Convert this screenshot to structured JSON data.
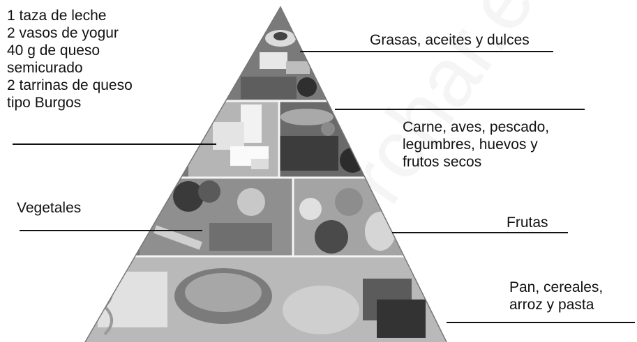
{
  "diagram": {
    "left_text": {
      "dairy_lines": [
        "1 taza de leche",
        "2 vasos de yogur",
        "40 g de queso",
        "semicurado",
        "2 tarrinas de queso",
        "tipo Burgos"
      ],
      "vegetables": "Vegetales"
    },
    "right_text": {
      "fats": "Grasas, aceites y dulces",
      "proteins_lines": [
        "Carne, aves, pescado,",
        "legumbres, huevos y",
        "frutos secos"
      ],
      "fruits": "Frutas",
      "grains_lines": [
        "Pan, cereales,",
        "arroz y pasta"
      ]
    },
    "tiers": [
      {
        "name": "top",
        "food_icons": [
          "cake-icon",
          "cheese-icon",
          "butter-icon"
        ]
      },
      {
        "name": "second",
        "food_icons": [
          "milk-glass-icon",
          "cheese-block-icon",
          "fish-icon",
          "meat-icon",
          "nuts-icon"
        ]
      },
      {
        "name": "third",
        "food_icons": [
          "tomato-icon",
          "carrot-icon",
          "apple-icon",
          "pear-icon"
        ]
      },
      {
        "name": "base",
        "food_icons": [
          "pasta-icon",
          "salad-bowl-icon",
          "bread-icon"
        ]
      }
    ],
    "colors": {
      "line": "#111111",
      "pyramid_dark": "#3a3a3a",
      "pyramid_light": "#cfcfcf",
      "watermark": "#e6e6e6"
    }
  }
}
